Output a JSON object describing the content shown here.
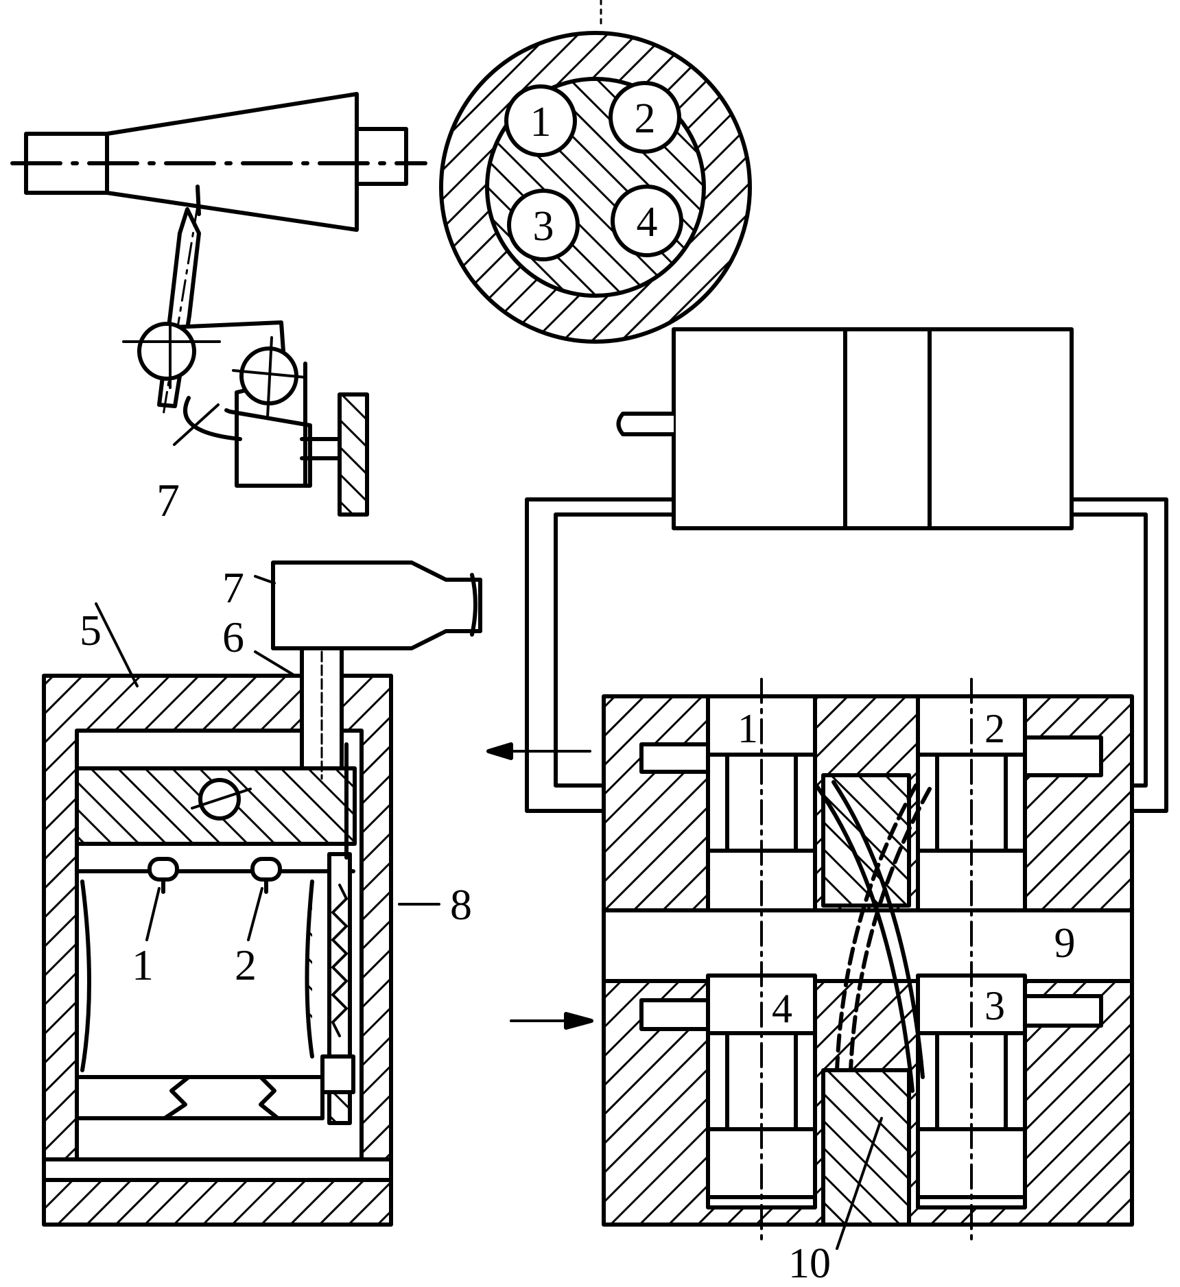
{
  "labels": {
    "top_ball_1": "1",
    "top_ball_2": "2",
    "top_ball_3": "3",
    "top_ball_4": "4",
    "lever_7": "7",
    "head_7": "7",
    "part_5": "5",
    "part_6": "6",
    "switch_1": "1",
    "switch_2": "2",
    "part_8": "8",
    "valve_1": "1",
    "valve_2": "2",
    "valve_3": "3",
    "valve_4": "4",
    "part_9": "9",
    "part_10": "10"
  }
}
